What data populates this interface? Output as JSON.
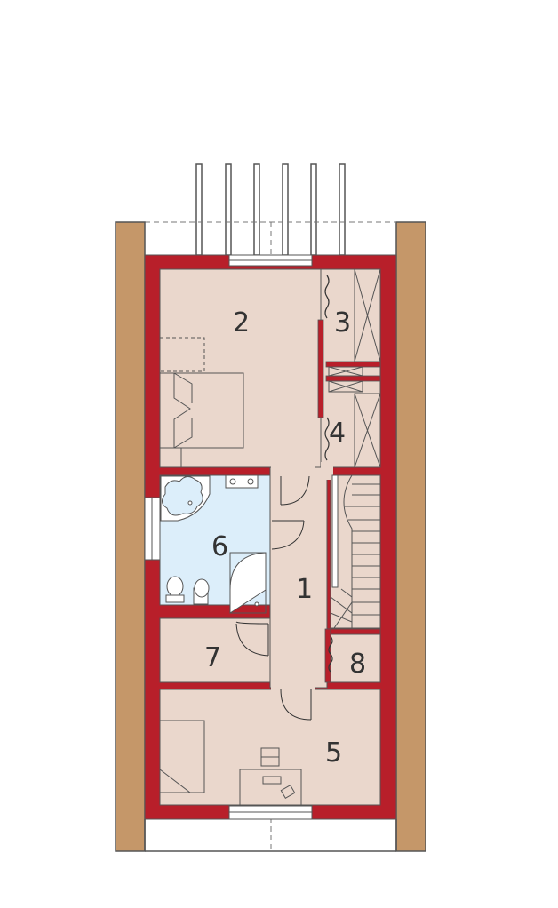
{
  "colors": {
    "wall": "#b81f2a",
    "outer_wall": "#c59769",
    "room_floor": "#ead7cc",
    "bathroom_floor": "#dceefa",
    "line": "#555555",
    "background": "#ffffff"
  },
  "rooms": [
    {
      "id": "room-2",
      "label": "2"
    },
    {
      "id": "room-3",
      "label": "3"
    },
    {
      "id": "room-4",
      "label": "4"
    },
    {
      "id": "room-6",
      "label": "6"
    },
    {
      "id": "room-1",
      "label": "1"
    },
    {
      "id": "room-7",
      "label": "7"
    },
    {
      "id": "room-8",
      "label": "8"
    },
    {
      "id": "room-5",
      "label": "5"
    }
  ]
}
